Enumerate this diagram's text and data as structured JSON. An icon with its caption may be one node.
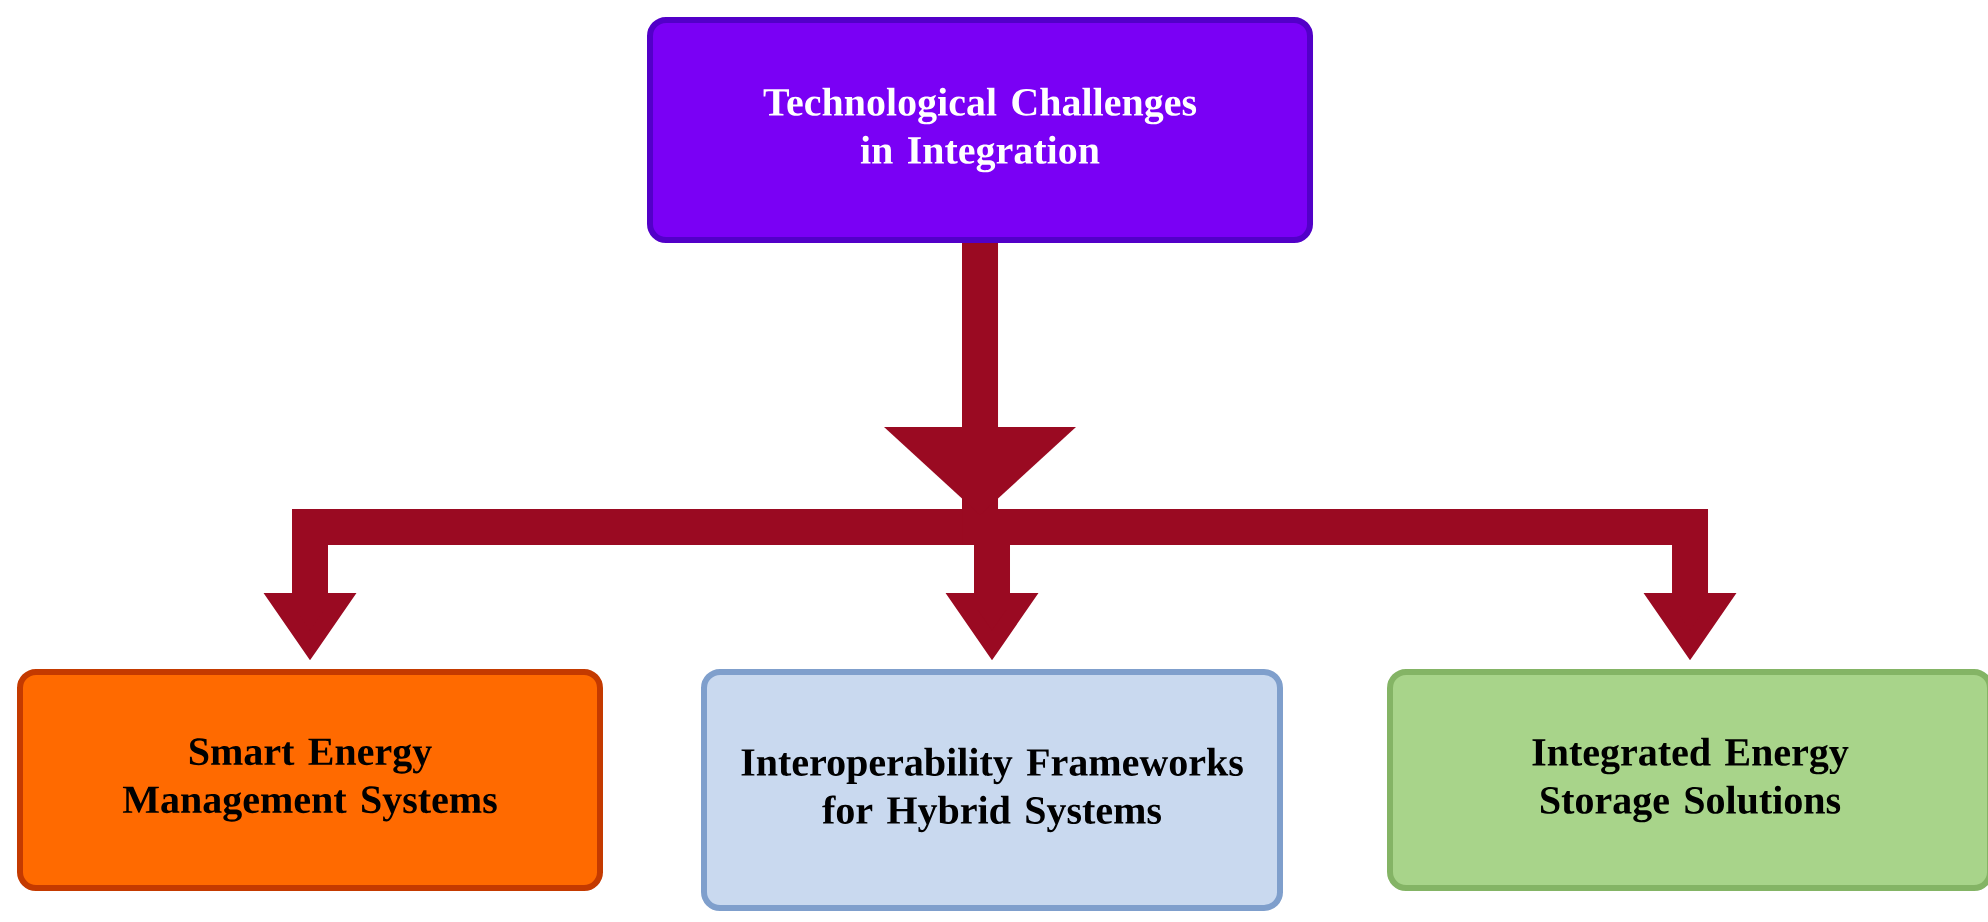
{
  "diagram": {
    "nodes": [
      {
        "text": [
          "Technological Challenges in Integration"
        ]
      },
      {
        "text": [
          "Smart Energy Management Systems"
        ]
      },
      {
        "text": [
          "Interoperability Frameworks for Hybrid Systems"
        ]
      },
      {
        "text": [
          "Integrated Energy Storage Solutions"
        ]
      }
    ],
    "edges": [
      {
        "from": 0,
        "to": 1,
        "arrow": "to"
      },
      {
        "from": 0,
        "to": 2,
        "arrow": "to"
      },
      {
        "from": 0,
        "to": 3,
        "arrow": "to"
      }
    ]
  }
}
